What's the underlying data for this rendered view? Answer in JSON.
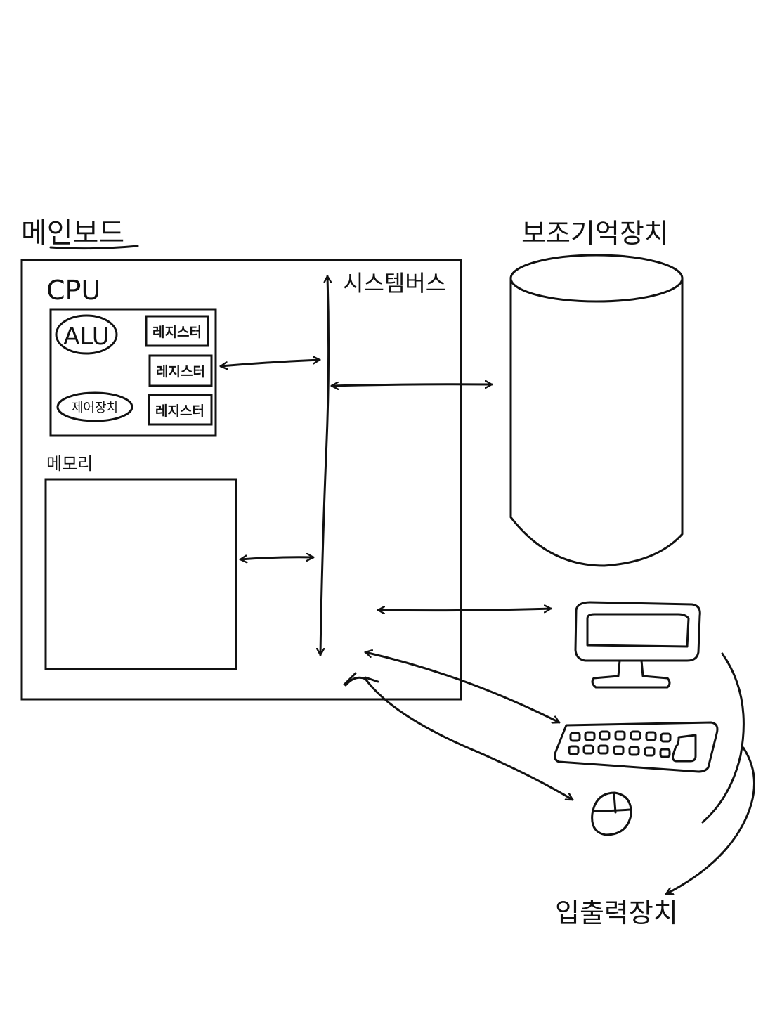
{
  "labels": {
    "mainboard": "메인보드",
    "cpu": "CPU",
    "alu": "ALU",
    "register_1": "레지스터",
    "register_2": "레지스터",
    "register_3": "레지스터",
    "control_unit": "제어장치",
    "memory": "메모리",
    "system_bus": "시스템버스",
    "storage": "보조기억장치",
    "io_devices": "입출력장치"
  },
  "colors": {
    "ink": "#111111",
    "background": "#ffffff"
  },
  "icons": {
    "storage": "cylinder-icon",
    "monitor": "monitor-icon",
    "keyboard": "keyboard-icon",
    "mouse": "mouse-icon"
  }
}
